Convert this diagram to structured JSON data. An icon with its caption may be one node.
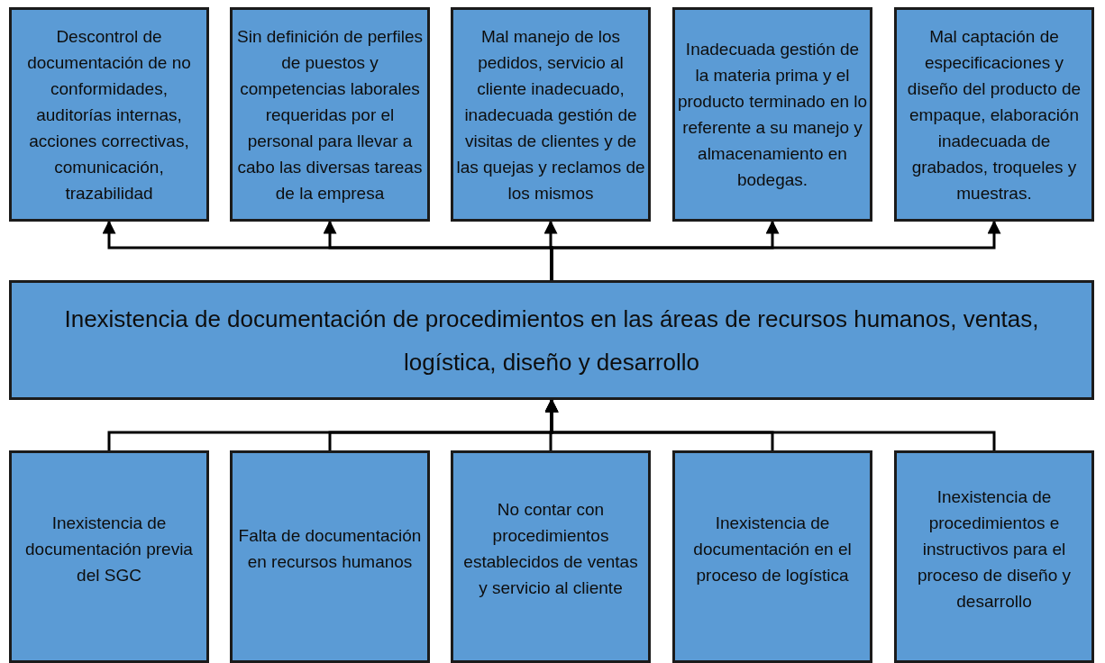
{
  "diagram": {
    "nodes": [
      {
        "text": [
          "Descontrol de documentación de no conformidades, auditorías internas, acciones correctivas, comunicación, trazabilidad"
        ]
      },
      {
        "text": [
          "Sin definición de perfiles de puestos y competencias laborales requeridas por el personal para llevar a cabo las diversas tareas de la empresa"
        ]
      },
      {
        "text": [
          "Mal manejo de los pedidos, servicio al cliente inadecuado, inadecuada gestión de visitas de clientes y de las quejas y reclamos de los mismos"
        ]
      },
      {
        "text": [
          "Inadecuada gestión de la materia prima y el producto terminado en lo referente a su manejo y almacenamiento en bodegas."
        ]
      },
      {
        "text": [
          "Mal captación de especificaciones y diseño del producto de empaque, elaboración inadecuada de grabados, troqueles y muestras."
        ]
      },
      {
        "text": [
          "Inexistencia de documentación de procedimientos en las áreas de recursos humanos, ventas, logística, diseño y desarrollo"
        ]
      },
      {
        "text": [
          "Inexistencia de documentación previa del SGC"
        ]
      },
      {
        "text": [
          "Falta de documentación en recursos humanos"
        ]
      },
      {
        "text": [
          "No contar con procedimientos establecidos de ventas y servicio al cliente"
        ]
      },
      {
        "text": [
          "Inexistencia de documentación en el proceso de logística"
        ]
      },
      {
        "text": [
          "Inexistencia de procedimientos e instructivos para el proceso de diseño y desarrollo"
        ]
      }
    ],
    "edges": [
      {
        "from": 5,
        "to": 0,
        "arrow": "to"
      },
      {
        "from": 5,
        "to": 1,
        "arrow": "to"
      },
      {
        "from": 5,
        "to": 2,
        "arrow": "to"
      },
      {
        "from": 5,
        "to": 3,
        "arrow": "to"
      },
      {
        "from": 5,
        "to": 4,
        "arrow": "to"
      },
      {
        "from": 6,
        "to": 5,
        "arrow": "to"
      },
      {
        "from": 7,
        "to": 5,
        "arrow": "to"
      },
      {
        "from": 8,
        "to": 5,
        "arrow": "to"
      },
      {
        "from": 9,
        "to": 5,
        "arrow": "to"
      },
      {
        "from": 10,
        "to": 5,
        "arrow": "to"
      }
    ]
  }
}
